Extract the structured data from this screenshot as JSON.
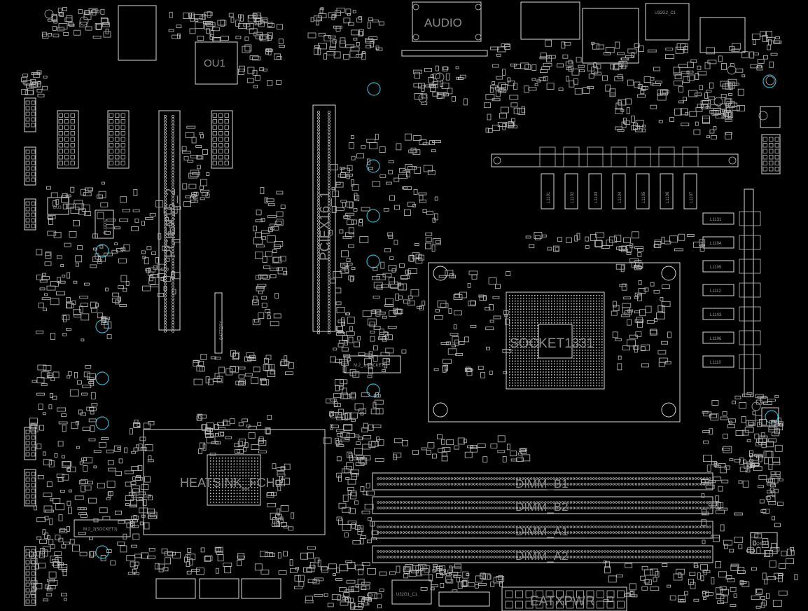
{
  "labels": {
    "audio": "AUDIO",
    "ou1": "OU1",
    "pciex16_2": "PCIEX16_2",
    "pciex16_1": "PCIEX16_1",
    "socket": "SOCKET1331",
    "heatsink": "HEATSINK_FCH",
    "dimm_b1": "DIMM_B1",
    "dimm_b2": "DIMM_B2",
    "dimm_a1": "DIMM_A1",
    "dimm_a2": "DIMM_A2",
    "eatxpwr": "EATXPWR",
    "m2_1": "M.2_1(SOCKET3)",
    "m2_2": "M.2_2(SOCKET3)",
    "bu3": "BU3",
    "battery": "BATTERY",
    "pq404": "PQ404",
    "u32g1": "U32G1_C1",
    "u32g2": "U32G2_C1",
    "pu1000": "PU1000",
    "l_coils": [
      "L1101",
      "L1102",
      "L1103",
      "L1104",
      "L1105",
      "L1106",
      "L1107"
    ],
    "r_coils": [
      "L1131",
      "L1104",
      "L1105",
      "L1112",
      "L1103",
      "L1106",
      "L1110"
    ]
  },
  "colors": {
    "background": "#000000",
    "outline": "#d9d9d9",
    "label": "#8a8a8a",
    "mount_hole": "#2fb3c9"
  }
}
